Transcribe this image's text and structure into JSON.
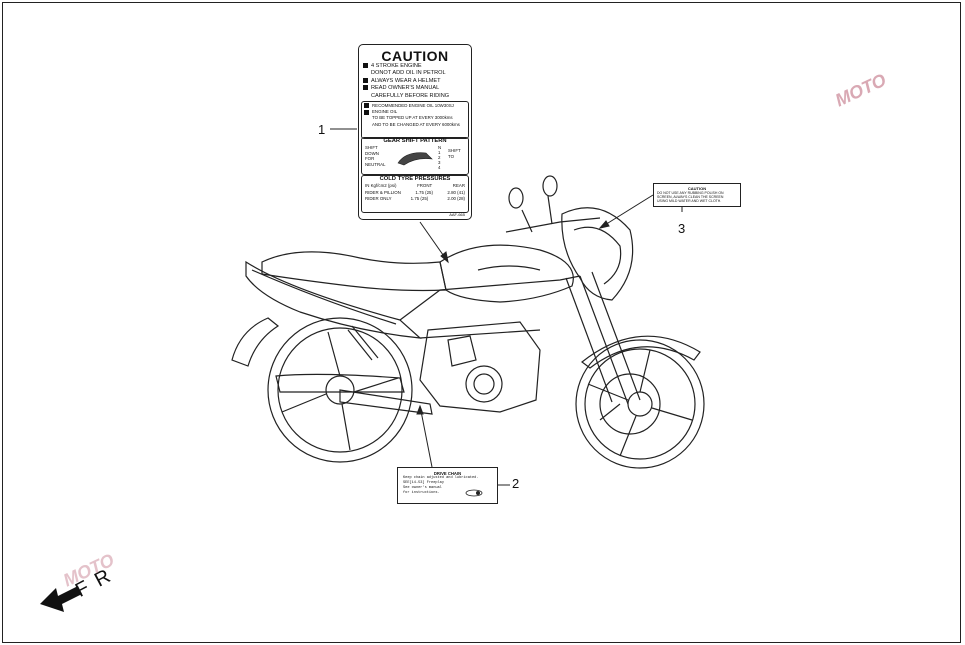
{
  "caution_label": {
    "title": "CAUTION",
    "bullets": [
      "4 STROKE ENGINE",
      "DONOT ADD OIL IN PETROL",
      "ALWAYS WEAR A HELMET",
      "READ OWNER'S MANUAL",
      "CAREFULLY BEFORE RIDING"
    ],
    "oil_line1": "RECOMMENDED ENGINE OIL 10W30SJ",
    "oil_line2": "ENGINE OIL",
    "oil_line3": "TO BE TOPPED UP AT EVERY  3000kms",
    "oil_line4": "AND TO BE CHANGED AT EVERY 6000kms",
    "gear_title": "GEAR SHIFT PATTERN",
    "gear_left": [
      "SHIFT",
      "DOWN",
      "FOR",
      "NEUTRAL"
    ],
    "gear_right": [
      "SHIFT",
      "TO"
    ],
    "gear_positions": [
      "N",
      "1",
      "2",
      "3",
      "4"
    ],
    "tyre_title": "COLD TYRE PRESSURES",
    "tyre_header": [
      "IN Kgf/cm2 (psi)",
      "FRONT",
      "REAR"
    ],
    "tyre_row1": [
      "RIDER & PILLION",
      "1.75 (25)",
      "2.80 (41)"
    ],
    "tyre_row2": [
      "RIDER ONLY",
      "1.75 (25)",
      "2.00 (28)"
    ],
    "code": "AAF-665"
  },
  "label_3": {
    "title": "CAUTION",
    "text": [
      "DO NOT USE ANY RUBBING POLISH ON",
      "SCREEN, ALWAYS CLEAN THE SCREEN",
      "USING MILD WATER AND WET CLOTH."
    ]
  },
  "label_2": {
    "title": "DRIVE CHAIN",
    "text": [
      "Keep chain adjusted and lubricated.",
      "SEE[14-53] Freeplay",
      "See owner's manual",
      "for instructions."
    ]
  },
  "callouts": [
    "1",
    "2",
    "3"
  ],
  "direction_marker": "F R",
  "watermark": "MOTO"
}
